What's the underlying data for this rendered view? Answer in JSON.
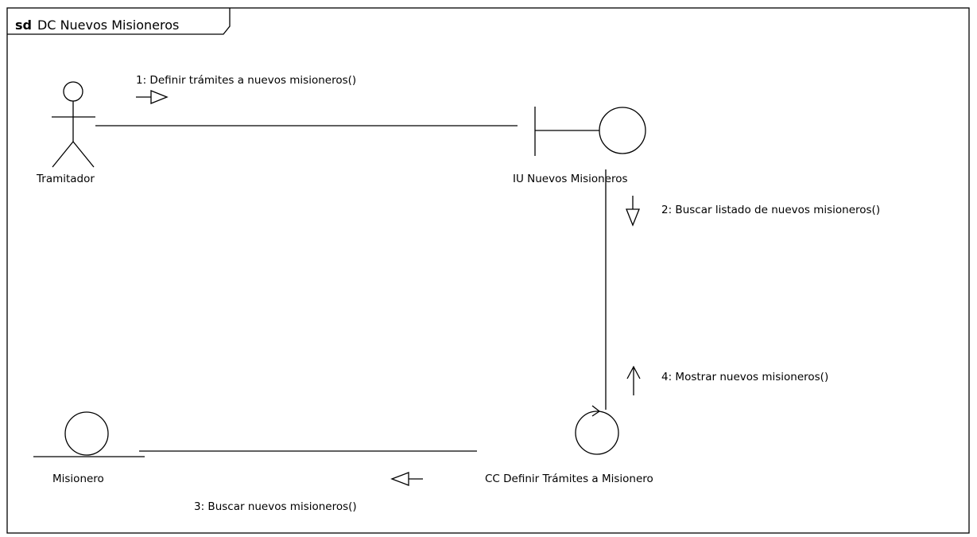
{
  "frame": {
    "keyword": "sd",
    "name": "DC Nuevos Misioneros"
  },
  "lifelines": {
    "actor": {
      "label": "Tramitador"
    },
    "boundary": {
      "label": "IU Nuevos Misioneros"
    },
    "control": {
      "label": "CC Definir Trámites a Misionero"
    },
    "entity": {
      "label": "Misionero"
    }
  },
  "messages": [
    {
      "text": "1: Definir trámites a nuevos misioneros()"
    },
    {
      "text": "2: Buscar listado de nuevos misioneros()"
    },
    {
      "text": "3: Buscar nuevos misioneros()"
    },
    {
      "text": "4: Mostrar nuevos misioneros()"
    }
  ],
  "colors": {
    "stroke": "#000000",
    "background": "#ffffff"
  }
}
